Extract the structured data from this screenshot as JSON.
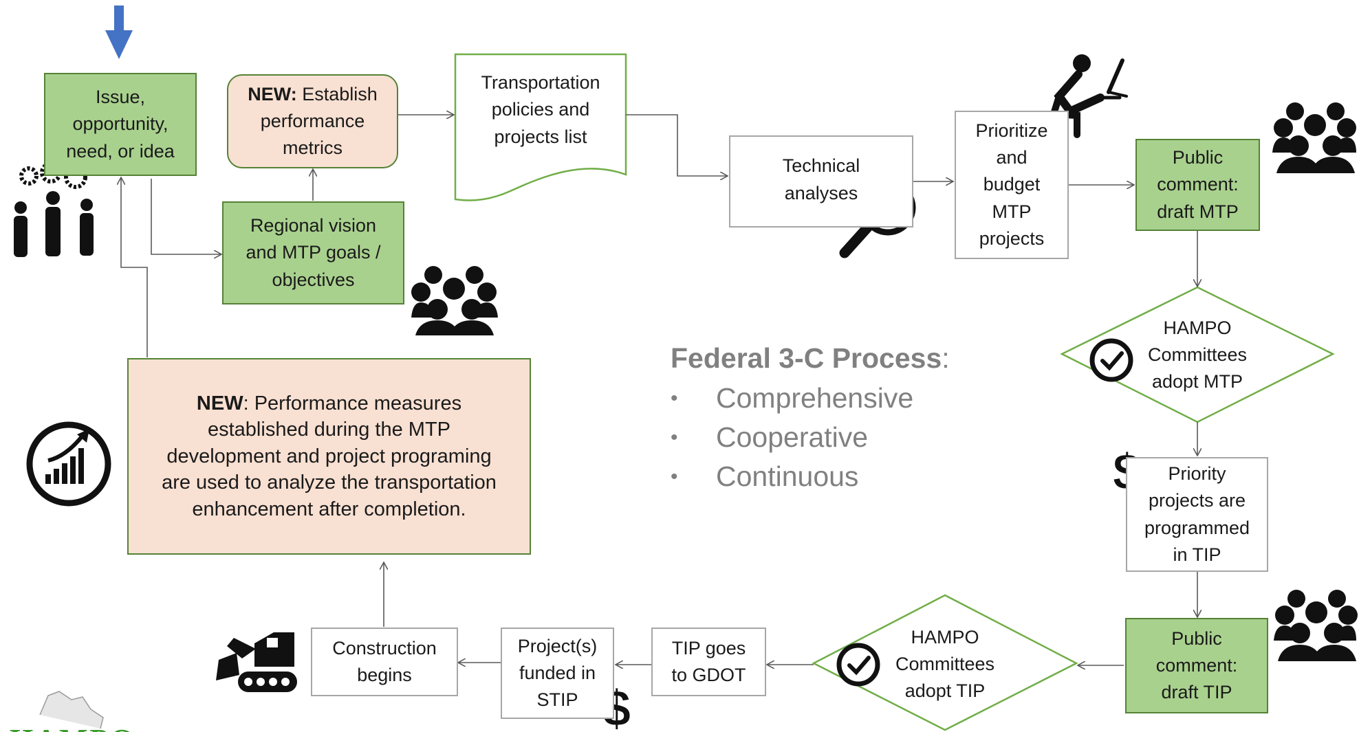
{
  "nodes": {
    "issue": "Issue,\nopportunity,\nneed, or idea",
    "metrics_bold": "NEW:",
    "metrics_rest": " Establish\nperformance\nmetrics",
    "regional": "Regional vision\nand MTP goals /\nobjectives",
    "policies": "Transportation\npolicies and\nprojects list",
    "technical": "Technical\nanalyses",
    "prioritize": "Prioritize\nand\nbudget\nMTP\nprojects",
    "public_mtp": "Public\ncomment:\ndraft MTP",
    "adopt_mtp": "HAMPO\nCommittees\nadopt MTP",
    "priority_tip": "Priority\nprojects are\nprogrammed\nin TIP",
    "public_tip": "Public\ncomment:\ndraft TIP",
    "adopt_tip": "HAMPO\nCommittees\nadopt TIP",
    "gdot": "TIP goes\nto GDOT",
    "stip": "Project(s)\nfunded in\nSTIP",
    "construction": "Construction\nbegins",
    "perf_bold": "NEW",
    "perf_rest": ": Performance measures\nestablished during the MTP\ndevelopment and project programing\nare used to analyze the transportation\nenhancement after completion."
  },
  "legend": {
    "title_bold": "Federal 3-C Process",
    "title_colon": ":",
    "bullet": "•",
    "items": [
      "Comprehensive",
      "Cooperative",
      "Continuous"
    ]
  },
  "logo": {
    "text": "HAMPO"
  },
  "icons": [
    "down-arrow-icon",
    "gears-people-icon",
    "group-icon",
    "magnifier-chart-icon",
    "desk-worker-icon",
    "checkmark-circle-icon",
    "dollar-icon",
    "excavator-icon",
    "growth-chart-icon",
    "map-logo-icon"
  ],
  "colors": {
    "green_fill": "#a9d18e",
    "green_border": "#548235",
    "peach_fill": "#f8e0d2",
    "box_border": "#a6a6a6",
    "connector": "#595959",
    "legend_text": "#808080",
    "start_arrow": "#4472c4",
    "logo_text": "#3a9a2a"
  }
}
